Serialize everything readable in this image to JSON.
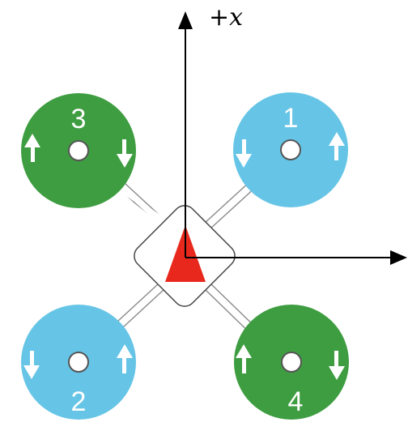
{
  "axis": {
    "label": "+x"
  },
  "colors": {
    "green": "#3e9d41",
    "blue": "#66c5e6",
    "heading": "#e8281c",
    "axis": "#000000"
  },
  "motors": [
    {
      "number": "1",
      "color": "blue",
      "spin": "ccw"
    },
    {
      "number": "2",
      "color": "blue",
      "spin": "ccw"
    },
    {
      "number": "3",
      "color": "green",
      "spin": "cw"
    },
    {
      "number": "4",
      "color": "green",
      "spin": "cw"
    }
  ]
}
